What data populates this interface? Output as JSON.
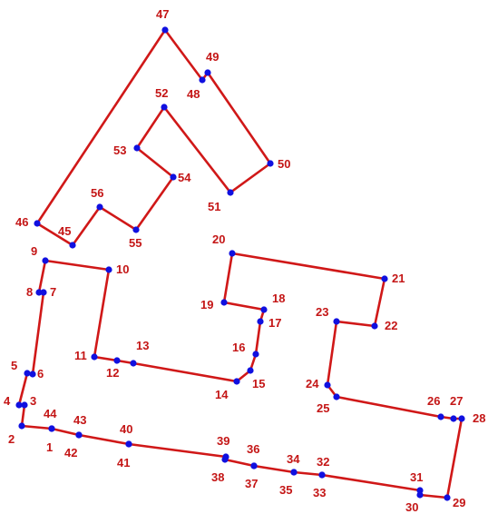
{
  "diagram": {
    "edge_color": "#d01818",
    "vertex_color": "#1010e0",
    "label_color": "#c41616",
    "polygons": [
      {
        "vertex_labels": [
          "1",
          "2",
          "3",
          "4",
          "5",
          "6",
          "7",
          "8",
          "9",
          "10",
          "11",
          "12",
          "13",
          "14",
          "15",
          "16",
          "17",
          "18",
          "19",
          "20",
          "21",
          "22",
          "23",
          "24",
          "25",
          "26",
          "27",
          "28",
          "29",
          "30",
          "31",
          "32",
          "33",
          "34",
          "35",
          "36",
          "37",
          "38",
          "39",
          "40",
          "41",
          "42",
          "43",
          "44"
        ]
      },
      {
        "vertex_labels": [
          "45",
          "46",
          "47",
          "48",
          "49",
          "50",
          "51",
          "52",
          "53",
          "54",
          "55",
          "56"
        ]
      }
    ]
  }
}
